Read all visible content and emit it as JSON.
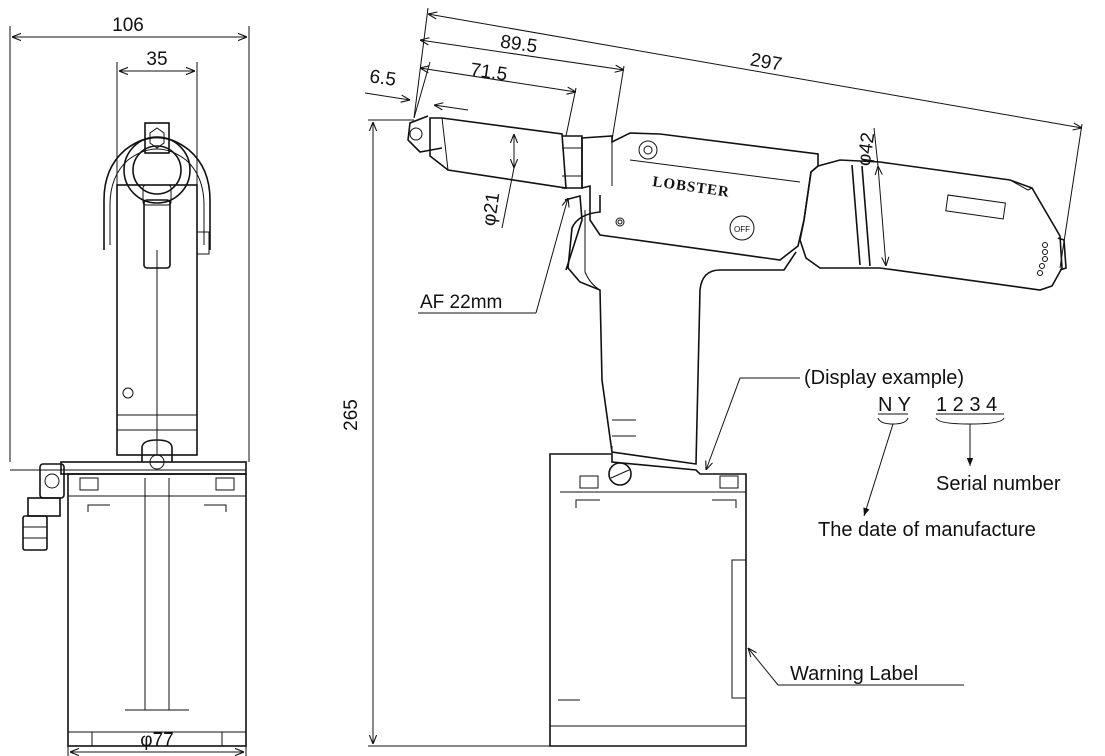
{
  "dimensions": {
    "overall_width": "106",
    "body_width": "35",
    "base_diameter": "φ77",
    "length_overall": "297",
    "length_a": "89.5",
    "length_b": "71.5",
    "length_c": "6.5",
    "nose_diameter": "φ21",
    "body_diameter": "φ42",
    "height": "265"
  },
  "labels": {
    "wrench_size": "AF 22mm",
    "display_example": "(Display example)",
    "serial_code_letters": "N Y",
    "serial_code_digits": "1 2 3 4",
    "serial_number": "Serial number",
    "date_of_manufacture": "The date of manufacture",
    "warning_label": "Warning Label"
  },
  "tool": {
    "brand": "LOBSTER",
    "switch": "OFF"
  }
}
